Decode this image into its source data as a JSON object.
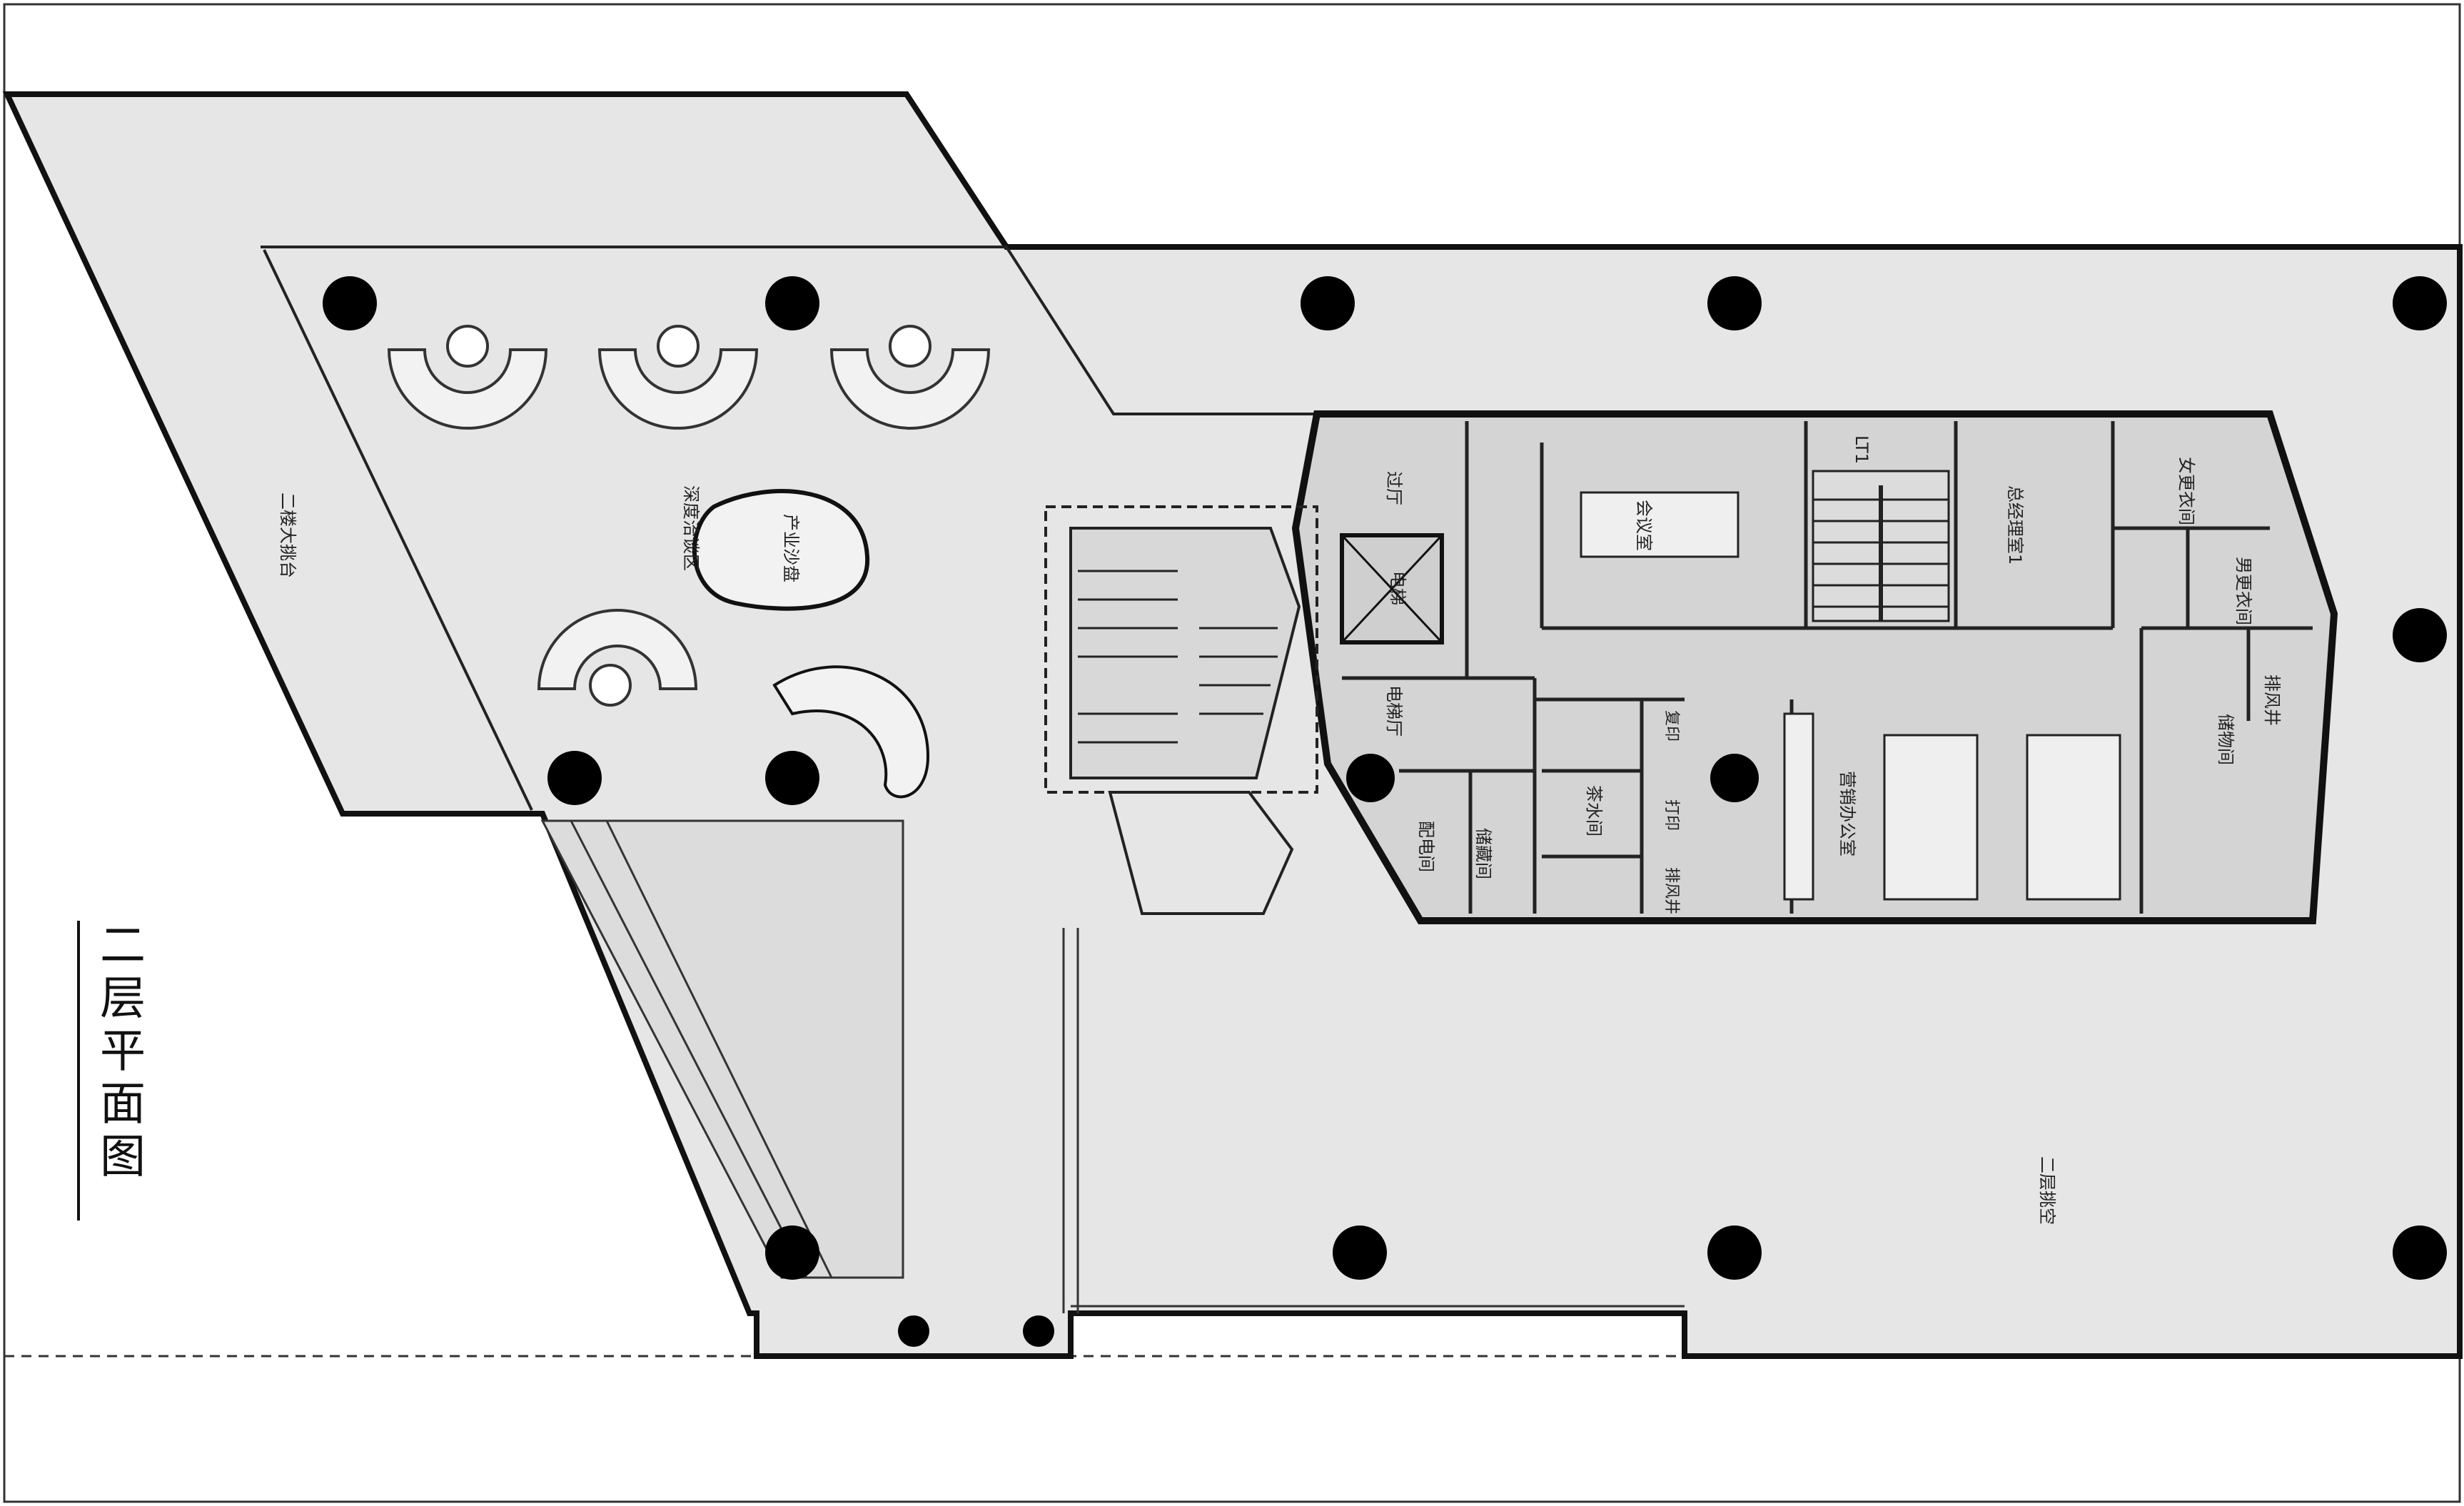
{
  "drawing": {
    "title": "二层平面图",
    "colors": {
      "floor": "#e6e6e6",
      "wall": "#111111",
      "room": "#d6d6d6",
      "column": "#000000",
      "line": "#333333"
    }
  },
  "rooms": {
    "terrace": "二楼大挑台",
    "negotiation": "深度洽谈区",
    "sandtable": "产业沙盘",
    "foyer": "过厅",
    "elevator": "电梯",
    "elevator_hall": "电梯厅",
    "meeting": "会议室",
    "stair": "LT1",
    "manager": "总经理室1",
    "female_locker": "女更衣间",
    "male_locker": "男更衣间",
    "exhaust_a": "排风井",
    "storage_right": "储物间",
    "tea": "茶水间",
    "copy": "复印",
    "print": "打印",
    "exhaust_b": "排风井",
    "office": "营销办公室",
    "electrical": "配电间",
    "storage_left": "储藏间",
    "void": "二层挑空"
  }
}
